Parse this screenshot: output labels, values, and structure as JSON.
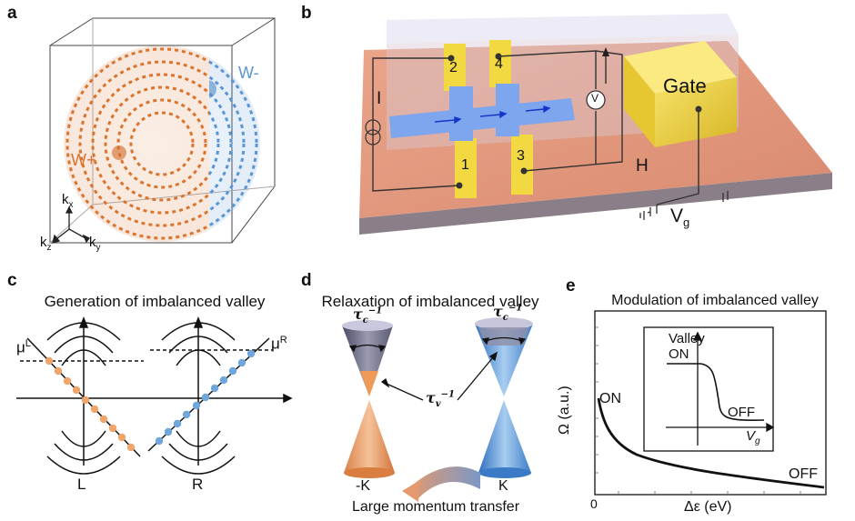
{
  "panels": {
    "a": {
      "label": "a",
      "w_minus": "W-",
      "w_plus": "W+",
      "axes": {
        "x": "k",
        "x_sub": "x",
        "y": "k",
        "y_sub": "y",
        "z": "k",
        "z_sub": "z"
      }
    },
    "b": {
      "label": "b",
      "gate": "Gate",
      "current": "I",
      "voltmeter": "V",
      "field": "H",
      "vg": "V",
      "vg_sub": "g",
      "terminals": [
        "1",
        "2",
        "3",
        "4"
      ]
    },
    "c": {
      "label": "c",
      "title": "Generation of imbalanced valley",
      "mu_l": "μ",
      "mu_l_sup": "L",
      "mu_r": "μ",
      "mu_r_sup": "R",
      "valley_l": "L",
      "valley_r": "R"
    },
    "d": {
      "label": "d",
      "title": "Relaxation of imbalanced valley",
      "tau_c": "τ",
      "tau_c_sub": "c",
      "tau_exp": "−1",
      "tau_v": "τ",
      "tau_v_sub": "v",
      "valley_minus_k": "-K",
      "valley_k": "K",
      "caption": "Large momentum transfer"
    },
    "e": {
      "label": "e",
      "title": "Modulation of imbalanced valley",
      "ylabel": "Ω (a.u.)",
      "xlabel": "Δε (eV)",
      "x_origin": "0",
      "on_label": "ON",
      "off_label": "OFF",
      "inset": {
        "ylabel": "Valley",
        "on": "ON",
        "off": "OFF",
        "xlabel": "V",
        "xlabel_sub": "g"
      }
    }
  },
  "colors": {
    "orange": "#e08a4a",
    "blue": "#6fa7dc",
    "substrate": "#e49a7e",
    "gold": "#e8c93a",
    "channel": "#7ea6ee"
  }
}
